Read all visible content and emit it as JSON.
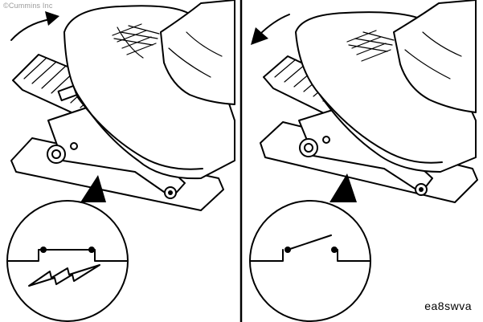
{
  "copyright": "©Cummins Inc",
  "figure_code": "ea8swva",
  "panels": [
    {
      "state": "pedal-released",
      "arrow_direction": "up-right",
      "switch": "closed",
      "spark": true
    },
    {
      "state": "pedal-depressed",
      "arrow_direction": "down-left",
      "switch": "open",
      "spark": false
    }
  ],
  "colors": {
    "line": "#000000",
    "background": "#ffffff",
    "copyright": "#9a9a9a"
  }
}
